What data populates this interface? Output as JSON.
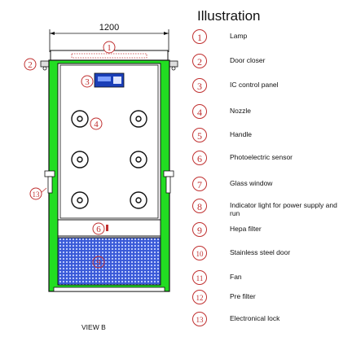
{
  "title": "Illustration",
  "dimension": "1200",
  "view_label": "VIEW B",
  "colors": {
    "frame": "#22dd22",
    "outline": "#111111",
    "callout": "#c03030",
    "panel": "#1a3fb8",
    "filter_mesh": "#2c4fd0"
  },
  "callouts": [
    "1",
    "2",
    "3",
    "4",
    "6",
    "9",
    "13"
  ],
  "legend": [
    {
      "number": "1",
      "label": "Lamp"
    },
    {
      "number": "2",
      "label": "Door closer"
    },
    {
      "number": "3",
      "label": "IC control panel"
    },
    {
      "number": "4",
      "label": "Nozzle"
    },
    {
      "number": "5",
      "label": "Handle"
    },
    {
      "number": "6",
      "label": "Photoelectric sensor"
    },
    {
      "number": "7",
      "label": "Glass window"
    },
    {
      "number": "8",
      "label": "Indicator light for power supply and run"
    },
    {
      "number": "9",
      "label": "Hepa filter"
    },
    {
      "number": "10",
      "label": "Stainless steel door"
    },
    {
      "number": "11",
      "label": "Fan"
    },
    {
      "number": "12",
      "label": "Pre filter"
    },
    {
      "number": "13",
      "label": "Electronical lock"
    }
  ]
}
